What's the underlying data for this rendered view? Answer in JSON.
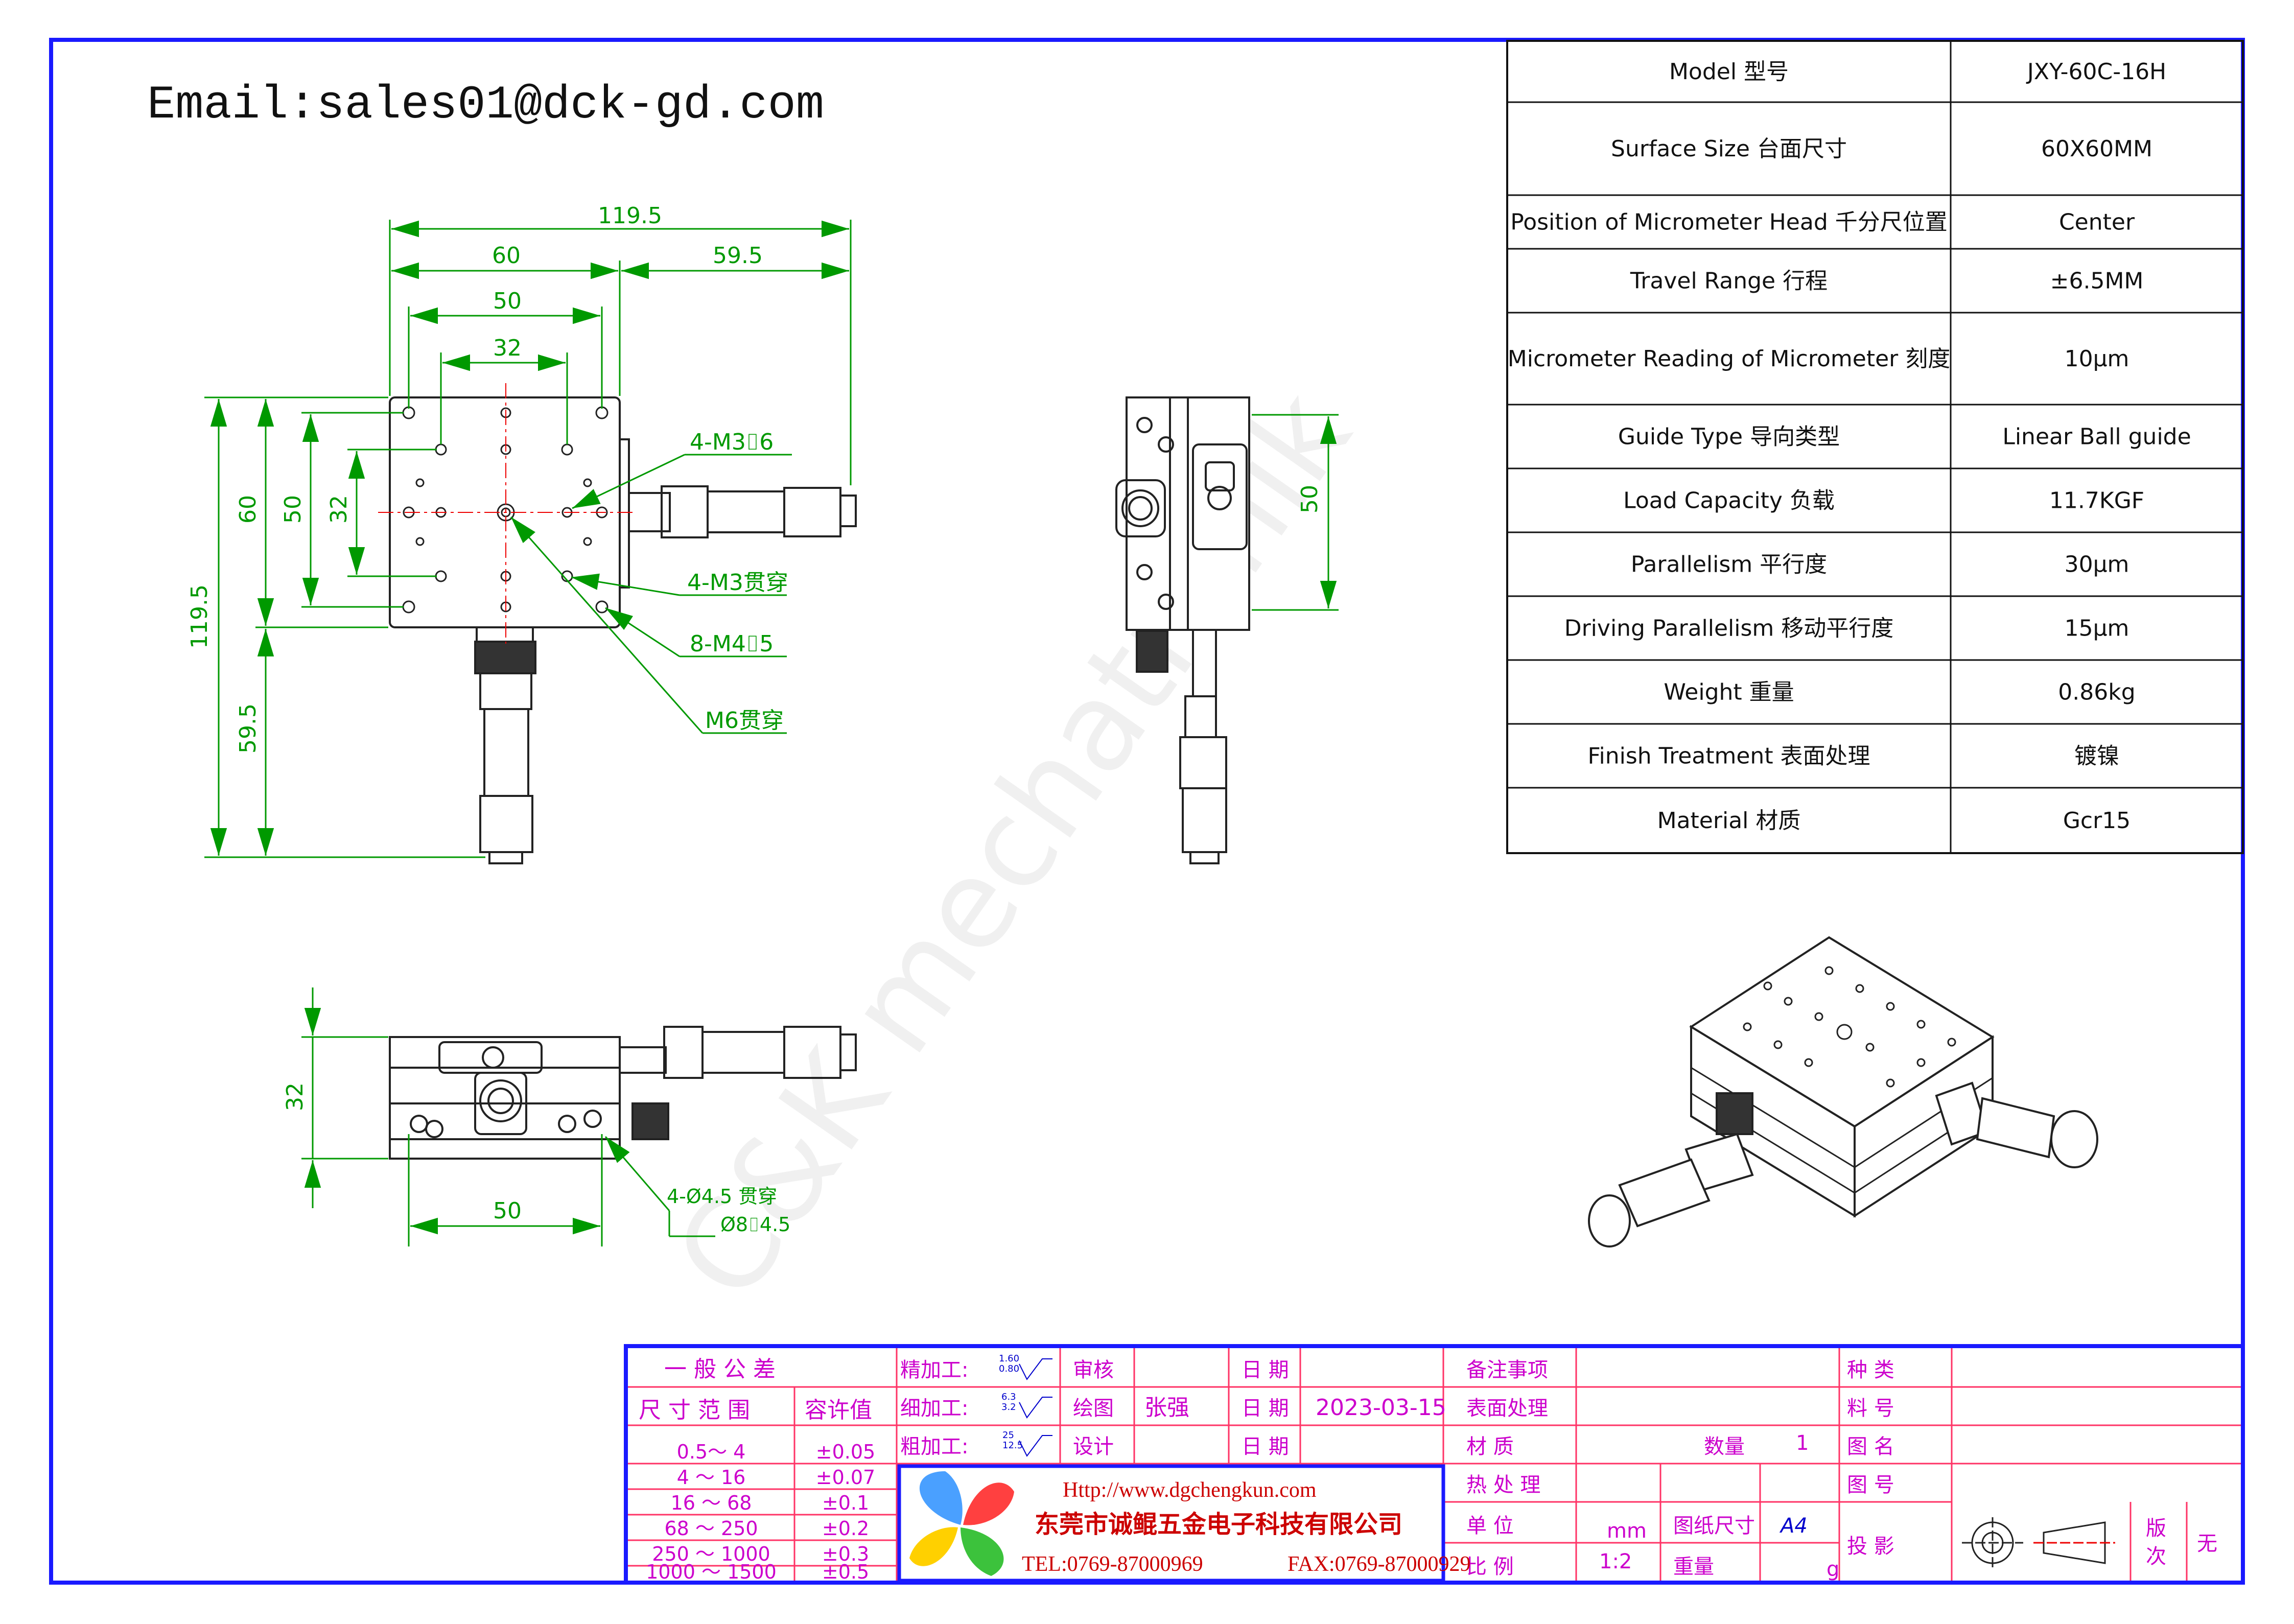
{
  "email": "Email:sales01@dck-gd.com",
  "watermark": "C&K mechatronik",
  "top_view": {
    "dims": {
      "overall_width": "119.5",
      "width_60": "60",
      "width_59_5": "59.5",
      "width_50": "50",
      "width_32": "32",
      "height_60": "60",
      "height_50": "50",
      "height_32": "32",
      "overall_height": "119.5",
      "height_59_5": "59.5"
    },
    "callouts": [
      "4-M3⌷6",
      "4-M3贯穿",
      "8-M4⌷5",
      "M6贯穿"
    ]
  },
  "side_view": {
    "dim_50": "50"
  },
  "front_view": {
    "dim_32": "32",
    "dim_50": "50",
    "callout_1": "4-Ø4.5 贯穿",
    "callout_2": "Ø8⌷4.5"
  },
  "spec_table": [
    {
      "label": "Model 型号",
      "value": "JXY-60C-16H"
    },
    {
      "label": "Surface Size 台面尺寸",
      "value": "60X60MM"
    },
    {
      "label": "Position of Micrometer Head 千分尺位置",
      "value": "Center"
    },
    {
      "label": "Travel Range 行程",
      "value": "±6.5MM"
    },
    {
      "label": "Micrometer Reading of Micrometer 刻度",
      "value": "10μm"
    },
    {
      "label": "Guide Type 导向类型",
      "value": "Linear Ball guide"
    },
    {
      "label": "Load Capacity 负载",
      "value": "11.7KGF"
    },
    {
      "label": "Parallelism 平行度",
      "value": "30μm"
    },
    {
      "label": "Driving Parallelism 移动平行度",
      "value": "15μm"
    },
    {
      "label": "Weight 重量",
      "value": "0.86kg"
    },
    {
      "label": "Finish Treatment 表面处理",
      "value": "镀镍"
    },
    {
      "label": "Material 材质",
      "value": "Gcr15"
    }
  ],
  "title_block": {
    "tolerance_title": "一 般 公 差",
    "size_range_header": "尺 寸 范 围",
    "tolerance_header": "容许值",
    "tolerances": [
      {
        "range": "0.5～ 4",
        "tol": "±0.05"
      },
      {
        "range": "4 ～ 16",
        "tol": "±0.07"
      },
      {
        "range": "16 ～ 68",
        "tol": "±0.1"
      },
      {
        "range": "68 ～ 250",
        "tol": "±0.2"
      },
      {
        "range": "250 ～ 1000",
        "tol": "±0.3"
      },
      {
        "range": "1000 ～ 1500",
        "tol": "±0.5"
      }
    ],
    "finish_rows": [
      "精加工:",
      "细加工:",
      "粗加工:"
    ],
    "roughness": [
      [
        "1.60",
        "0.80"
      ],
      [
        "6.3",
        "3.2"
      ],
      [
        "25",
        "12.5"
      ]
    ],
    "review": "审核",
    "draw": "绘图",
    "drawer": "张强",
    "design": "设计",
    "date_label": "日 期",
    "date": "2023-03-15",
    "notes": "备注事项",
    "surface": "表面处理",
    "material": "材   质",
    "heat": "热 处 理",
    "unit": "单   位",
    "scale": "比   例",
    "unit_value": "mm",
    "scale_value": "1:2",
    "quantity": "数量",
    "quantity_value": "1",
    "paper_size": "图纸尺寸",
    "paper_value": "A4",
    "weight": "重量",
    "weight_unit": "g",
    "kind": "种   类",
    "material_no": "料   号",
    "drawing_name": "图   名",
    "drawing_no": "图   号",
    "projection": "投   影",
    "version": "版\n次",
    "version_value": "无",
    "company_url": "Http://www.dgchengkun.com",
    "company_name": "东莞市诚鲲五金电子科技有限公司",
    "tel": "TEL:0769-87000969",
    "fax": "FAX:0769-87000929"
  },
  "colors": {
    "frame": "#1a1aff",
    "dim": "#009900",
    "table_grid": "#ff3366",
    "title_text": "#cc00cc",
    "company_red": "#cc0000",
    "drawing": "#333333"
  }
}
